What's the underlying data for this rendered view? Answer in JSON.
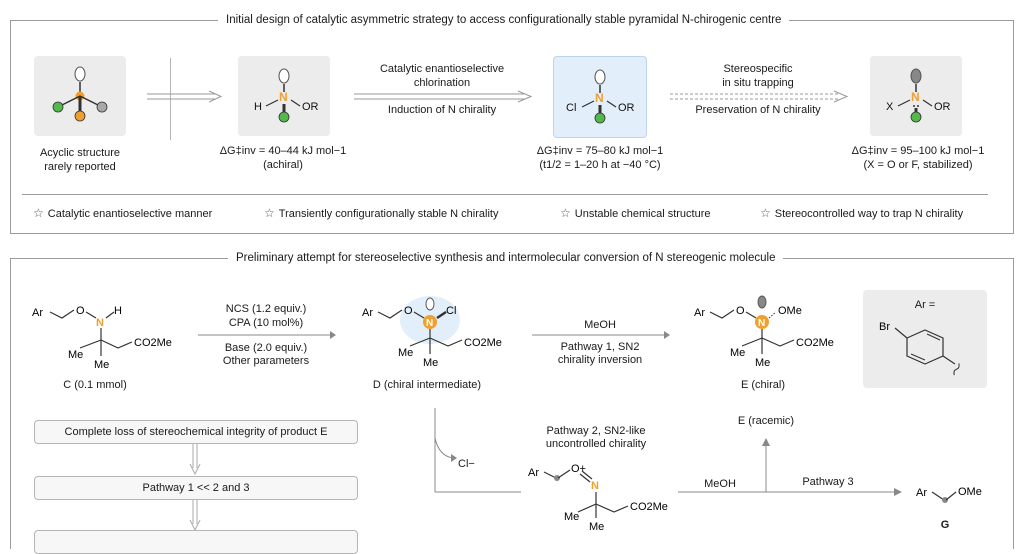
{
  "panel_top": {
    "title": "Initial design of catalytic asymmetric strategy to access configurationally stable pyramidal N-chirogenic centre",
    "acyclic_label_1": "Acyclic structure",
    "acyclic_label_2": "rarely reported",
    "amine_dg": "ΔG‡inv = 40–44 kJ mol−1",
    "amine_note": "(achiral)",
    "arrow1_top_1": "Catalytic enantioselective",
    "arrow1_top_2": "chlorination",
    "arrow1_bottom": "Induction of N chirality",
    "chloro_dg": "ΔG‡inv = 75–80 kJ mol−1",
    "chloro_note": "(t1/2 = 1–20 h at −40 °C)",
    "arrow2_top_1": "Stereospecific",
    "arrow2_top_2": "in situ trapping",
    "arrow2_bottom": "Preservation of N chirality",
    "product_dg": "ΔG‡inv = 95–100 kJ mol−1",
    "product_note": "(X = O or F, stabilized)",
    "features": [
      "Catalytic enantioselective manner",
      "Transiently configurationally stable N chirality",
      "Unstable chemical structure",
      "Stereocontrolled way to trap N chirality"
    ],
    "atoms": {
      "N": "N",
      "H": "H",
      "OR": "OR",
      "Cl": "Cl",
      "X": "X"
    }
  },
  "panel_bottom": {
    "title": "Preliminary attempt for stereoselective synthesis and intermolecular conversion of N stereogenic molecule",
    "compound_C_label": "C (0.1 mmol)",
    "compound_D_label": "D (chiral intermediate)",
    "compound_E_label": "E (chiral)",
    "compound_E_racemic": "E (racemic)",
    "compound_G_label": "G",
    "conditions_1": "NCS (1.2 equiv.)",
    "conditions_2": "CPA (10 mol%)",
    "conditions_3": "Base (2.0 equiv.)",
    "conditions_4": "Other parameters",
    "meoh_1": "MeOH",
    "pathway1_1": "Pathway 1, SN2",
    "pathway1_2": "chirality inversion",
    "pathway2_1": "Pathway 2, SN2-like",
    "pathway2_2": "uncontrolled chirality",
    "meoh_2": "MeOH",
    "pathway3": "Pathway 3",
    "chloride": "Cl−",
    "ar_def": "Ar =",
    "ar_substituent": "Br",
    "loss_box": "Complete loss of stereochemical integrity of product E",
    "pathway_order_box": "Pathway 1 << 2 and 3",
    "atoms": {
      "Ar": "Ar",
      "O": "O",
      "N": "N",
      "H": "H",
      "Me": "Me",
      "CO2Me": "CO2Me",
      "Cl": "Cl",
      "OMe": "OMe",
      "Oplus": "O+"
    }
  },
  "colors": {
    "nitrogen": "#f0a030",
    "green": "#55b84a",
    "grey_atom": "#a8a8a8",
    "box_grey": "#ececec",
    "box_blue": "#e2eef9",
    "arrow": "#888888"
  }
}
